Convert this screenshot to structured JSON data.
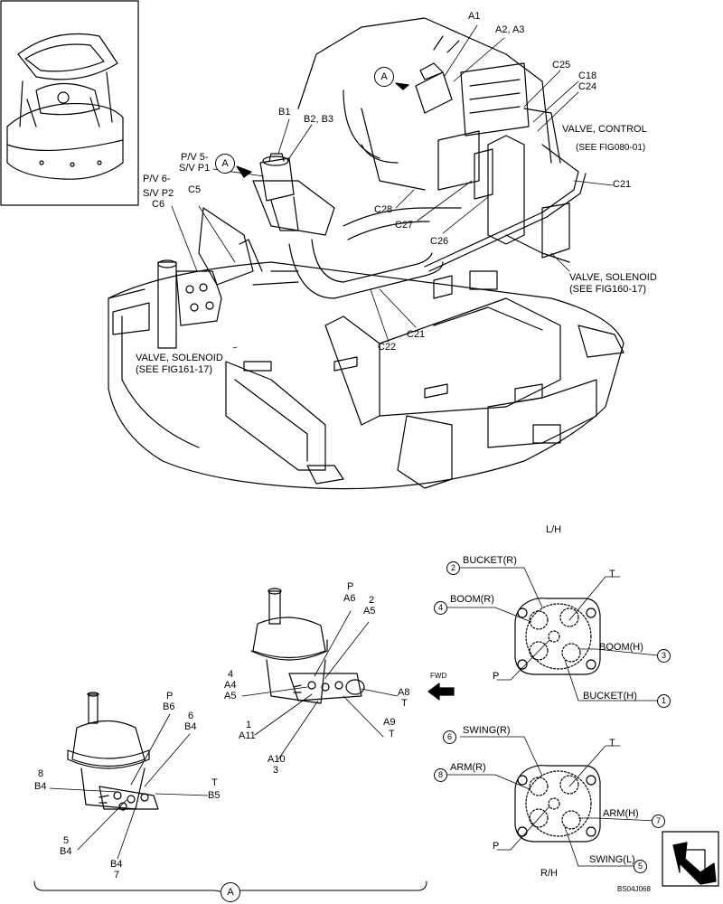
{
  "callouts": {
    "a1": "A1",
    "a2a3": "A2, A3",
    "c25": "C25",
    "c18": "C18",
    "c24": "C24",
    "valve_control": "VALVE, CONTROL",
    "see_fig080": "(SEE FIG080-01)",
    "b1": "B1",
    "b2b3": "B2, B3",
    "pv5": "P/V 5-",
    "svp1": "S/V P1",
    "pv6": "P/V 6-",
    "svp2": "S/V P2",
    "c5": "C5",
    "c6": "C6",
    "c21_top": "C21",
    "c28": "C28",
    "c27": "C27",
    "c26": "C26",
    "valve_solenoid_r": "VALVE, SOLENOID",
    "see_fig160": "(SEE FIG160-17)",
    "c21_mid": "C21",
    "c22": "C22",
    "valve_solenoid_l": "VALVE, SOLENOID",
    "see_fig161": "(SEE FIG161-17)",
    "circle_a_1": "A",
    "circle_a_2": "A",
    "circle_a_bottom": "A"
  },
  "left_valve": {
    "p": "P",
    "a6": "A6",
    "n2": "2",
    "a5_top": "A5",
    "n4": "4",
    "a4": "A4",
    "a5": "A5",
    "a8": "A8",
    "t_a8": "T",
    "n1": "1",
    "a11": "A11",
    "a9": "A9",
    "t_a9": "T",
    "a10": "A10",
    "n3": "3",
    "fwd": "FWD"
  },
  "right_valve": {
    "p": "P",
    "b6": "B6",
    "n6": "6",
    "b4_a": "B4",
    "n8": "8",
    "b4_b": "B4",
    "t": "T",
    "b5": "B5",
    "n5": "5",
    "b4_c": "B4",
    "b4_d": "B4",
    "n7": "7"
  },
  "lh_pattern": {
    "title": "L/H",
    "bucket_r": "BUCKET(R)",
    "bucket_r_num": "2",
    "boom_r": "BOOM(R)",
    "boom_r_num": "4",
    "boom_h": "BOOM(H)",
    "boom_h_num": "3",
    "bucket_h": "BUCKET(H)",
    "bucket_h_num": "1",
    "t": "T",
    "p": "P"
  },
  "rh_pattern": {
    "title": "R/H",
    "swing_r": "SWING(R)",
    "swing_r_num": "6",
    "arm_r": "ARM(R)",
    "arm_r_num": "8",
    "arm_h": "ARM(H)",
    "arm_h_num": "7",
    "swing_l": "SWING(L)",
    "swing_l_num": "5",
    "t": "T",
    "p": "P"
  },
  "drawing_number": "BS04J068"
}
